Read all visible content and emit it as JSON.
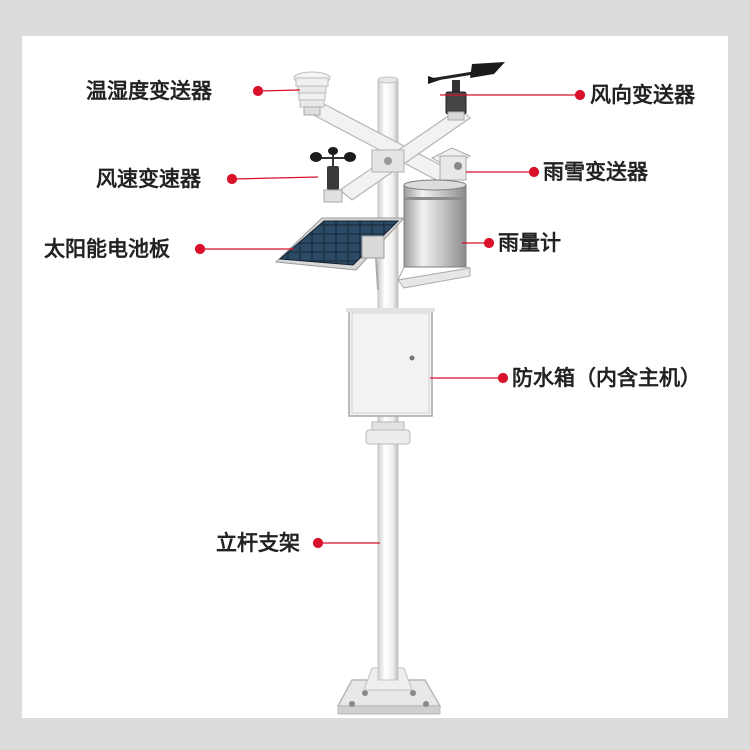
{
  "colors": {
    "background": "#dcdcdc",
    "panel": "#ffffff",
    "leader": "#d9112a",
    "text": "#222222",
    "pole": "#f4f4f4",
    "pole_shade": "#c9c9c9"
  },
  "labels": {
    "temp_humidity": "温湿度变送器",
    "wind_direction": "风向变送器",
    "wind_speed": "风速变速器",
    "rain_snow": "雨雪变送器",
    "solar_panel": "太阳能电池板",
    "rain_gauge": "雨量计",
    "waterproof_box": "防水箱（内含主机）",
    "pole_bracket": "立杆支架"
  }
}
